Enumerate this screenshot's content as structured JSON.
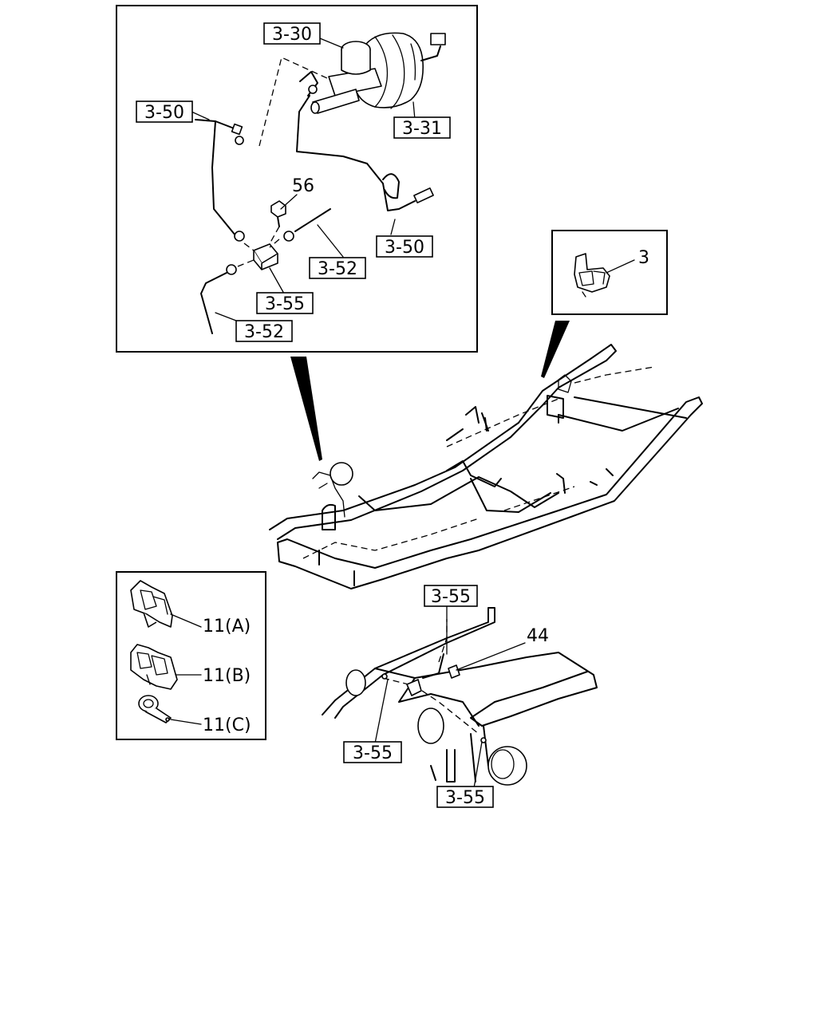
{
  "labels": {
    "master_cylinder": "3-30",
    "brake_booster": "3-31",
    "pipe_left_upper": "3-50",
    "pipe_right": "3-50",
    "bolt": "56",
    "pipe_front": "3-52",
    "pipe_lower": "3-52",
    "three_way_connector": "3-55",
    "clip_detail": "3",
    "rear_connector_top": "3-55",
    "rear_bolt": "44",
    "rear_connector_left": "3-55",
    "rear_connector_bottom": "3-55",
    "clip_a": "11(A)",
    "clip_b": "11(B)",
    "clip_c": "11(C)"
  }
}
